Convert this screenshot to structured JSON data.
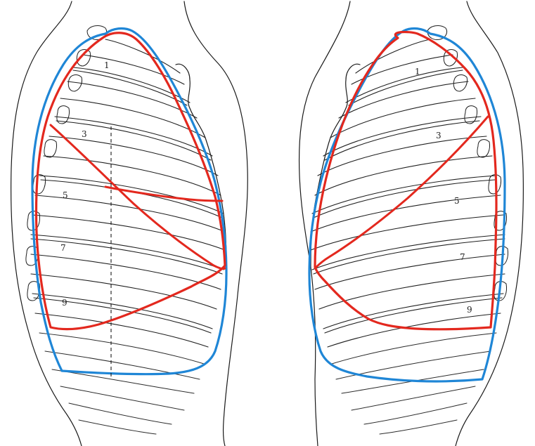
{
  "figure": {
    "panels": [
      {
        "id": "left-panel",
        "rib_labels": [
          "1",
          "3",
          "5",
          "7",
          "9"
        ]
      },
      {
        "id": "right-panel",
        "rib_labels": [
          "1",
          "3",
          "5",
          "7",
          "9"
        ]
      }
    ],
    "colors": {
      "pleura_outline": "#1f86d6",
      "lung_outline": "#e3281e",
      "line_art": "#1f1f1f"
    }
  }
}
